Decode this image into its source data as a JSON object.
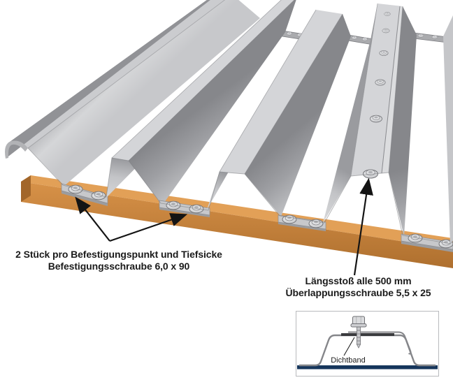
{
  "figure": {
    "description": "Perspective illustration of grey trapezoidal profile metal roof sheets fastened with screws onto an orange timber purlin; leader arrows point to fastening screws in the low flutes and to the longitudinal overlap screw line on a rib crest; an inset shows the overlap cross-section with sealing tape.",
    "colors": {
      "sheet_gray_light": "#d4d5d8",
      "sheet_gray_dark": "#909196",
      "beam_orange_top": "#e2a057",
      "beam_orange_front": "#c07c34",
      "seal_navy": "#16365c",
      "arrow_black": "#141414"
    }
  },
  "labels": {
    "fastening": {
      "line1": "2 Stück pro Befestigungspunkt und Tiefsicke",
      "line2": "Befestigungsschraube 6,0 x 90"
    },
    "overlap": {
      "line1": "Längsstoß alle 500 mm",
      "line2": "Überlappungsschraube 5,5 x 25"
    },
    "inset": {
      "seal_label": "Dichtband"
    }
  }
}
